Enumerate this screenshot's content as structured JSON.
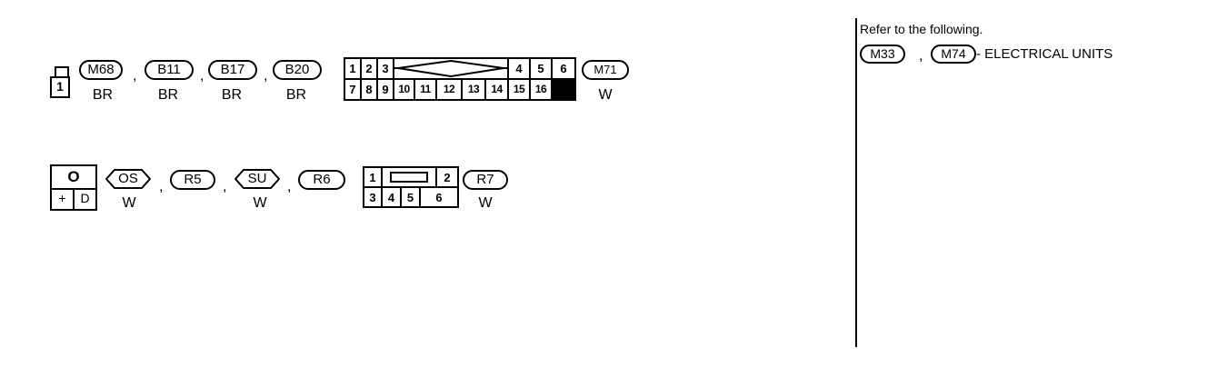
{
  "row1": {
    "fuse_term": "1",
    "connectors": [
      {
        "id": "M68",
        "color": "BR"
      },
      {
        "id": "B11",
        "color": "BR"
      },
      {
        "id": "B17",
        "color": "BR"
      },
      {
        "id": "B20",
        "color": "BR"
      }
    ],
    "sep": ",",
    "block_top": [
      "1",
      "2",
      "3",
      "4",
      "5",
      "6"
    ],
    "block_bottom": [
      "7",
      "8",
      "9",
      "10",
      "11",
      "12",
      "13",
      "14",
      "15",
      "16"
    ],
    "block_connector": {
      "id": "M71",
      "color": "W"
    }
  },
  "row2": {
    "switch_top": "O",
    "switch_plus": "+",
    "switch_d": "D",
    "items": [
      {
        "id": "OS",
        "color": "W",
        "shape": "hex"
      },
      {
        "id": "R5",
        "color": "",
        "shape": "pill"
      },
      {
        "id": "SU",
        "color": "W",
        "shape": "hex"
      },
      {
        "id": "R6",
        "color": "",
        "shape": "pill"
      }
    ],
    "sep": ",",
    "block_top": [
      "1",
      "2"
    ],
    "block_bottom": [
      "3",
      "4",
      "5",
      "6"
    ],
    "block_connector": {
      "id": "R7",
      "color": "W"
    }
  },
  "note": {
    "line1": "Refer to the following.",
    "c1": "M33",
    "c2": "M74",
    "comma": ",",
    "suffix": "- ELECTRICAL UNITS"
  }
}
